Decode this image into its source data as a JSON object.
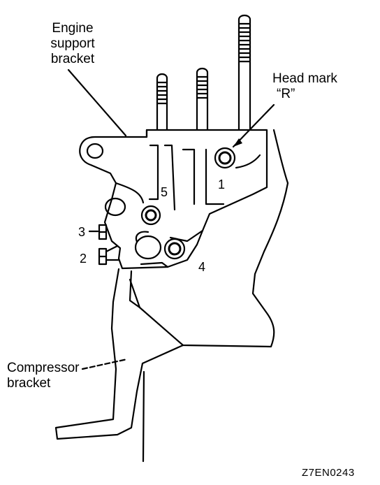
{
  "labels": {
    "engine_support_bracket": [
      "Engine",
      "support",
      "bracket"
    ],
    "head_mark": [
      "Head mark",
      "“R”"
    ],
    "compressor_bracket": [
      "Compressor",
      "bracket"
    ]
  },
  "bolt_numbers": [
    "1",
    "2",
    "3",
    "4",
    "5"
  ],
  "figure_code": "Z7EN0243"
}
